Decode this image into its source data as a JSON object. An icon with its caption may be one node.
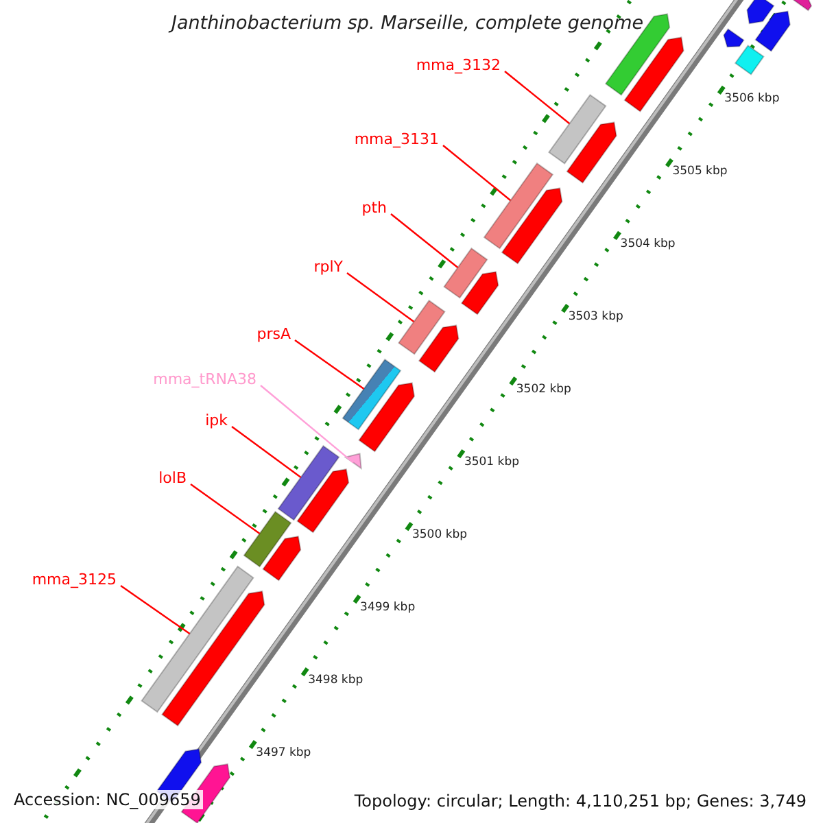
{
  "diagram": {
    "title": "Janthinobacterium sp. Marseille, complete genome",
    "nodes": [
      {
        "text": [
          "mma_3132"
        ]
      },
      {
        "text": [
          "mma_3131"
        ]
      },
      {
        "text": [
          "pth"
        ]
      },
      {
        "text": [
          "rplY"
        ]
      },
      {
        "text": [
          "prsA"
        ]
      },
      {
        "text": [
          "mma_tRNA38"
        ]
      },
      {
        "text": [
          "ipk"
        ]
      },
      {
        "text": [
          "lolB"
        ]
      },
      {
        "text": [
          "mma_3125"
        ]
      },
      {
        "text": [],
        "shape": "bar"
      },
      {
        "text": [],
        "shape": "bar"
      },
      {
        "text": [],
        "shape": "bar"
      },
      {
        "text": [],
        "shape": "bar"
      },
      {
        "text": [],
        "shape": "bar"
      },
      {
        "text": [],
        "shape": "triangle"
      },
      {
        "text": [],
        "shape": "bar"
      },
      {
        "text": [],
        "shape": "bar"
      },
      {
        "text": [],
        "shape": "bar"
      },
      {
        "text": [],
        "shape": "arrow"
      },
      {
        "text": [],
        "shape": "arrow"
      },
      {
        "text": [],
        "shape": "arrow"
      },
      {
        "text": [],
        "shape": "arrow"
      },
      {
        "text": [],
        "shape": "arrow"
      },
      {
        "text": [],
        "shape": "arrow"
      },
      {
        "text": [],
        "shape": "arrow"
      },
      {
        "text": [],
        "shape": "arrow"
      },
      {
        "text": [],
        "shape": "arrow"
      },
      {
        "text": [],
        "shape": "arrow"
      },
      {
        "text": [],
        "shape": "arrow"
      },
      {
        "text": [],
        "shape": "arrow"
      },
      {
        "text": [],
        "shape": "arrow"
      },
      {
        "text": [],
        "shape": "arrow"
      },
      {
        "text": [],
        "shape": "arrow"
      },
      {
        "text": [],
        "shape": "arrow"
      },
      {
        "text": [],
        "shape": "arrow"
      }
    ],
    "edges": [
      {
        "from": 0,
        "to": 9,
        "arrow": "none"
      },
      {
        "from": 1,
        "to": 10,
        "arrow": "none"
      },
      {
        "from": 2,
        "to": 11,
        "arrow": "none"
      },
      {
        "from": 3,
        "to": 12,
        "arrow": "none"
      },
      {
        "from": 4,
        "to": 13,
        "arrow": "none"
      },
      {
        "from": 5,
        "to": 14,
        "arrow": "none",
        "color": "#ffa0d8"
      },
      {
        "from": 6,
        "to": 15,
        "arrow": "none"
      },
      {
        "from": 7,
        "to": 16,
        "arrow": "none"
      },
      {
        "from": 8,
        "to": 17,
        "arrow": "none"
      }
    ],
    "labels": [
      "3506 kbp",
      "3505 kbp",
      "3504 kbp",
      "3503 kbp",
      "3502 kbp",
      "3501 kbp",
      "3500 kbp",
      "3499 kbp",
      "3498 kbp",
      "3497 kbp",
      "Accession: NC_009659",
      "Topology: circular; Length: 4,110,251 bp; Genes: 3,749"
    ]
  }
}
